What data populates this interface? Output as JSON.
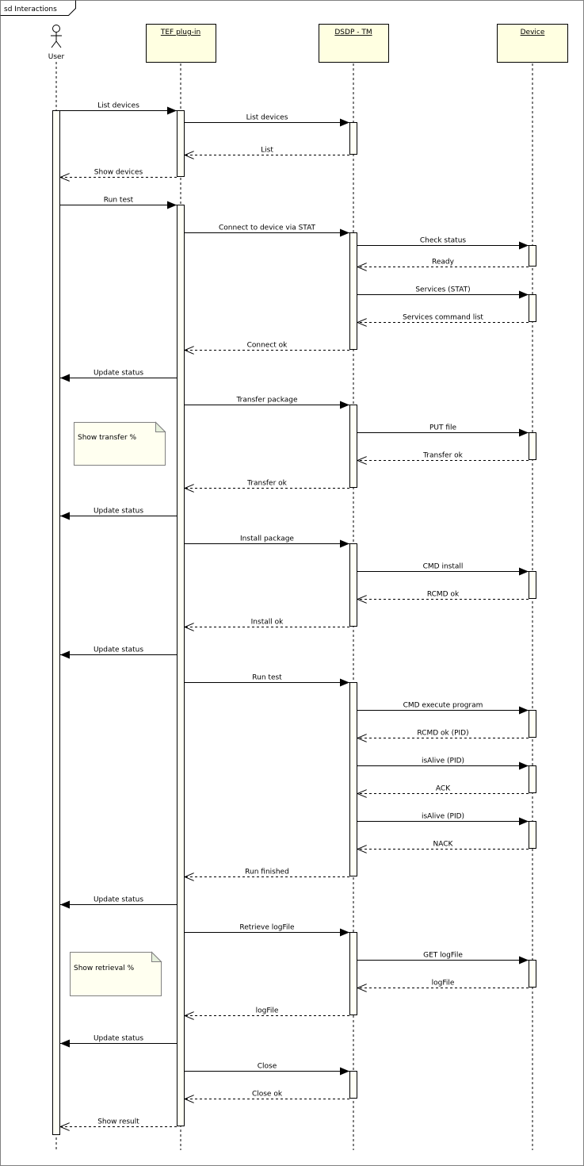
{
  "frame_title": "sd Interactions",
  "actor": {
    "label": "User"
  },
  "lifelines": [
    {
      "id": "tef",
      "label": "TEF plug-in"
    },
    {
      "id": "dsdp",
      "label": "DSDP - TM"
    },
    {
      "id": "device",
      "label": "Device"
    }
  ],
  "notes": [
    {
      "text": "Show transfer %"
    },
    {
      "text": "Show retrieval %"
    }
  ],
  "messages": [
    {
      "from": "user",
      "to": "tef",
      "type": "sync",
      "label": "List devices"
    },
    {
      "from": "tef",
      "to": "dsdp",
      "type": "sync",
      "label": "List devices"
    },
    {
      "from": "dsdp",
      "to": "tef",
      "type": "reply",
      "label": "List"
    },
    {
      "from": "tef",
      "to": "user",
      "type": "reply",
      "label": "Show devices"
    },
    {
      "from": "user",
      "to": "tef",
      "type": "sync",
      "label": "Run test"
    },
    {
      "from": "tef",
      "to": "dsdp",
      "type": "sync",
      "label": "Connect to device via STAT"
    },
    {
      "from": "dsdp",
      "to": "device",
      "type": "sync",
      "label": "Check status"
    },
    {
      "from": "device",
      "to": "dsdp",
      "type": "reply",
      "label": "Ready"
    },
    {
      "from": "dsdp",
      "to": "device",
      "type": "sync",
      "label": "Services (STAT)"
    },
    {
      "from": "device",
      "to": "dsdp",
      "type": "reply",
      "label": "Services command list"
    },
    {
      "from": "dsdp",
      "to": "tef",
      "type": "reply",
      "label": "Connect ok"
    },
    {
      "from": "tef",
      "to": "user",
      "type": "sync",
      "label": "Update status"
    },
    {
      "from": "tef",
      "to": "dsdp",
      "type": "sync",
      "label": "Transfer package"
    },
    {
      "from": "dsdp",
      "to": "device",
      "type": "sync",
      "label": "PUT file"
    },
    {
      "from": "device",
      "to": "dsdp",
      "type": "reply",
      "label": "Transfer ok"
    },
    {
      "from": "dsdp",
      "to": "tef",
      "type": "reply",
      "label": "Transfer ok"
    },
    {
      "from": "tef",
      "to": "user",
      "type": "sync",
      "label": "Update status"
    },
    {
      "from": "tef",
      "to": "dsdp",
      "type": "sync",
      "label": "Install package"
    },
    {
      "from": "dsdp",
      "to": "device",
      "type": "sync",
      "label": "CMD install"
    },
    {
      "from": "device",
      "to": "dsdp",
      "type": "reply",
      "label": "RCMD ok"
    },
    {
      "from": "dsdp",
      "to": "tef",
      "type": "reply",
      "label": "Install ok"
    },
    {
      "from": "tef",
      "to": "user",
      "type": "sync",
      "label": "Update status"
    },
    {
      "from": "tef",
      "to": "dsdp",
      "type": "sync",
      "label": "Run test"
    },
    {
      "from": "dsdp",
      "to": "device",
      "type": "sync",
      "label": "CMD execute program"
    },
    {
      "from": "device",
      "to": "dsdp",
      "type": "reply",
      "label": "RCMD ok (PID)"
    },
    {
      "from": "dsdp",
      "to": "device",
      "type": "sync",
      "label": "isAlive (PID)"
    },
    {
      "from": "device",
      "to": "dsdp",
      "type": "reply",
      "label": "ACK"
    },
    {
      "from": "dsdp",
      "to": "device",
      "type": "sync",
      "label": "isAlive (PID)"
    },
    {
      "from": "device",
      "to": "dsdp",
      "type": "reply",
      "label": "NACK"
    },
    {
      "from": "dsdp",
      "to": "tef",
      "type": "reply",
      "label": "Run finished"
    },
    {
      "from": "tef",
      "to": "user",
      "type": "sync",
      "label": "Update status"
    },
    {
      "from": "tef",
      "to": "dsdp",
      "type": "sync",
      "label": "Retrieve logFile"
    },
    {
      "from": "dsdp",
      "to": "device",
      "type": "sync",
      "label": "GET logFile"
    },
    {
      "from": "device",
      "to": "dsdp",
      "type": "reply",
      "label": "logFile"
    },
    {
      "from": "dsdp",
      "to": "tef",
      "type": "reply",
      "label": "logFile"
    },
    {
      "from": "tef",
      "to": "user",
      "type": "sync",
      "label": "Update status"
    },
    {
      "from": "tef",
      "to": "dsdp",
      "type": "sync",
      "label": "Close"
    },
    {
      "from": "dsdp",
      "to": "tef",
      "type": "reply",
      "label": "Close ok"
    },
    {
      "from": "tef",
      "to": "user",
      "type": "reply",
      "label": "Show result"
    }
  ],
  "colors": {
    "box_fill": "#ffffe1",
    "activation_fill": "#fffff5",
    "note_fill": "#fffff0",
    "note_fold": "#e6f0dc",
    "line": "#000000",
    "border": "#808080"
  }
}
